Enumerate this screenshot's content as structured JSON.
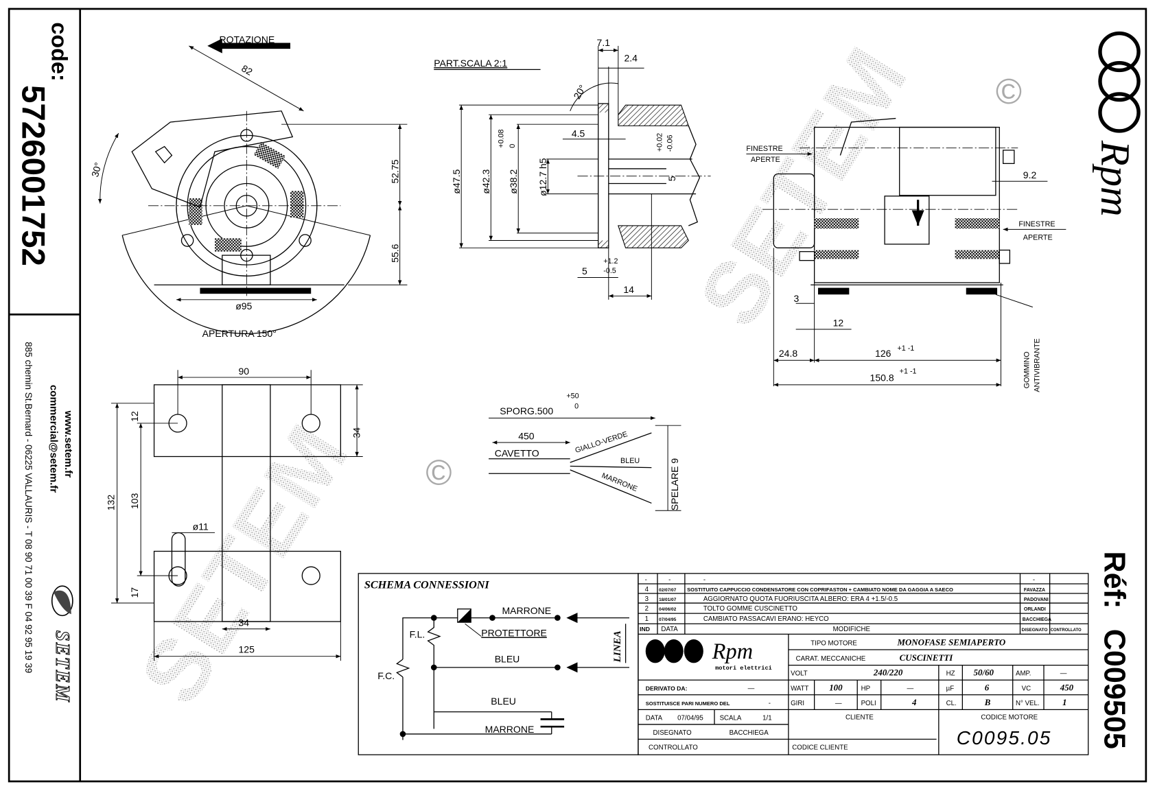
{
  "side_panel": {
    "code_label": "code:",
    "code_value": "5726001752",
    "website": "www.setem.fr",
    "email": "commercial@setem.fr",
    "address": "885 chemin St.Bernard - 06225 VALLAURIS - T 08 90 71 00 39 F 04 92 95 19 39",
    "brand": "SETEM"
  },
  "reference": {
    "label": "Réf:",
    "value": "C009505"
  },
  "logo": {
    "name": "Rpm",
    "tagline": "motori elettrici"
  },
  "watermark": {
    "text": "SETEM",
    "symbol": "©"
  },
  "front_view": {
    "rotation_label": "ROTAZIONE",
    "dim_82": "82",
    "angle_30": "30°",
    "dim_52_75": "52.75",
    "dim_55_6": "55.6",
    "dim_95": "ø95",
    "opening": "APERTURA 150°"
  },
  "detail_view": {
    "title": "PART.SCALA 2:1",
    "d7_1": "7.1",
    "d2_4": "2.4",
    "angle20": "20°",
    "d4_5": "4.5",
    "d47_5": "ø47.5",
    "d42_3": "ø42.3",
    "d38_2": "ø38.2",
    "tol38_plus": "+0.08",
    "tol38_zero": "0",
    "d12_7": "ø12.7 h5",
    "tol5_plus": "+0.02",
    "tol5_minus": "-0.06",
    "d5_flat": "5",
    "d5": "5",
    "tol_plus": "+1.2",
    "tol_minus": "-0.5",
    "d14": "14"
  },
  "side_view": {
    "windows_1": "FINESTRE",
    "open_1": "APERTE",
    "windows_2": "FINESTRE",
    "open_2": "APERTE",
    "d9_2": "9.2",
    "d3": "3",
    "d12": "12",
    "d24_8": "24.8",
    "d126": "126",
    "tol126": "+1 -1",
    "d150_8": "150.8",
    "tol150": "+1 -1",
    "rubber_1": "GOMMINO",
    "rubber_2": "ANTIVIBRANTE"
  },
  "bracket_view": {
    "d90": "90",
    "d12": "12",
    "d34_v": "34",
    "d132": "132",
    "d103": "103",
    "d11": "ø11",
    "d17": "17",
    "d34_h": "34",
    "d125": "125"
  },
  "cable_view": {
    "overhang": "SPORG.500",
    "tol_plus": "+50",
    "tol_zero": "0",
    "d450": "450",
    "cable": "CAVETTO",
    "wire_1": "GIALLO-VERDE",
    "wire_2": "BLEU",
    "wire_3": "MARRONE",
    "strip": "SPELARE 9"
  },
  "schema": {
    "title": "SCHEMA CONNESSIONI",
    "marrone_top": "MARRONE",
    "protector": "PROTETTORE",
    "bleu_mid": "BLEU",
    "bleu_low": "BLEU",
    "marrone_bottom": "MARRONE",
    "fl": "F.L.",
    "fc": "F.C.",
    "line": "LINEA"
  },
  "title_block": {
    "revisions": [
      {
        "ind": "-",
        "date": "-",
        "text": "-",
        "drawn": "-",
        "checked": ""
      },
      {
        "ind": "4",
        "date": "02/07/07",
        "text": "SOSTITUITO CAPPUCCIO CONDENSATORE CON COPRIFASTON + CAMBIATO NOME DA GAGGIA A SAECO",
        "drawn": "FAVAZZA",
        "checked": ""
      },
      {
        "ind": "3",
        "date": "18/01/07",
        "text": "AGGIORNATO QUOTA FUORIUSCITA ALBERO: ERA 4 +1.5/-0.5",
        "drawn": "PADOVANI",
        "checked": ""
      },
      {
        "ind": "2",
        "date": "04/06/02",
        "text": "TOLTO GOMME CUSCINETTO",
        "drawn": "ORLANDI",
        "checked": ""
      },
      {
        "ind": "1",
        "date": "07/04/95",
        "text": "CAMBIATO PASSACAVI ERANO: HEYCO",
        "drawn": "BACCHIEGA",
        "checked": ""
      }
    ],
    "header": {
      "ind": "IND",
      "date": "DATA",
      "text": "MODIFICHE",
      "drawn": "DISEGNATO",
      "checked": "CONTROLLATO"
    },
    "motor_type_label": "TIPO MOTORE",
    "motor_type": "MONOFASE SEMIAPERTO",
    "mech_label": "CARAT. MECCANICHE",
    "mech": "CUSCINETTI",
    "volt_label": "VOLT",
    "volt": "240/220",
    "hz_label": "HZ",
    "hz": "50/60",
    "amp_label": "AMP.",
    "amp": "—",
    "watt_label": "WATT",
    "watt": "100",
    "hp_label": "HP",
    "hp": "—",
    "uf_label": "µF",
    "uf": "6",
    "vc_label": "VC",
    "vc": "450",
    "giri_label": "GIRI",
    "giri": "—",
    "poli_label": "POLI",
    "poli": "4",
    "cl_label": "CL.",
    "cl": "B",
    "vel_label": "N° VEL.",
    "vel": "1",
    "derived_label": "DERIVATO DA:",
    "derived": "—",
    "replaces_label": "SOSTITUISCE PARI NUMERO DEL",
    "replaces": "-",
    "date_label": "DATA",
    "date": "07/04/95",
    "scale_label": "SCALA",
    "scale": "1/1",
    "drawn_label": "DISEGNATO",
    "drawn": "BACCHIEGA",
    "checked_label": "CONTROLLATO",
    "client_label": "CLIENTE",
    "client_code_label": "CODICE CLIENTE",
    "motor_code_label": "CODICE MOTORE",
    "motor_code": "C0095.05"
  }
}
